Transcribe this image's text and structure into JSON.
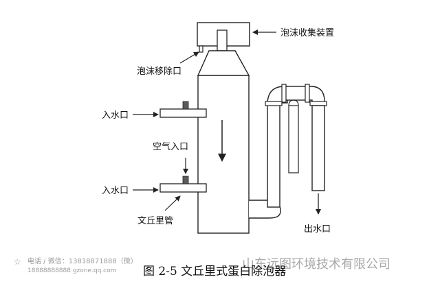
{
  "labels": {
    "foam_collector": "泡沫收集装置",
    "foam_outlet": "泡沫移除口",
    "water_inlet_top": "入水口",
    "air_inlet": "空气入口",
    "water_inlet_bottom": "入水口",
    "venturi_tube": "文丘里管",
    "water_outlet": "出水口"
  },
  "caption": "图 2-5  文丘里式蛋白除泡器",
  "watermark": {
    "line1": "电话 / 微信：13818871888（微）",
    "line2": "18888888888 gzone.qq.com",
    "company": "山东远图环境技术有限公司"
  },
  "colors": {
    "stroke": "#222222",
    "fill": "#ffffff",
    "valve": "#5a5a5a",
    "watermark": "#9a9a9a"
  }
}
